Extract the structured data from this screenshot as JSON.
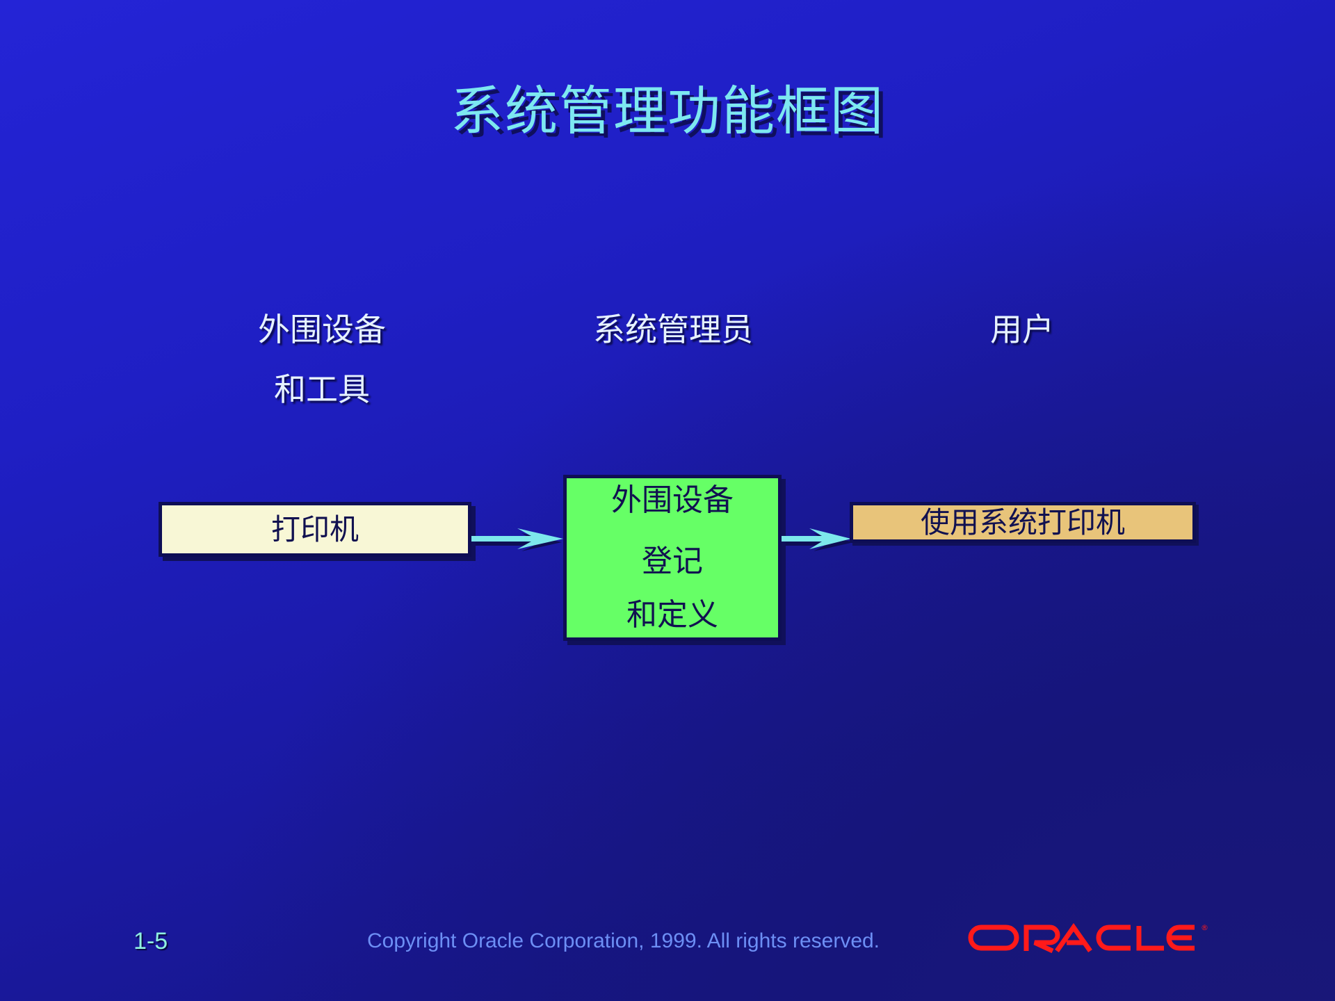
{
  "slide": {
    "title": "系统管理功能框图",
    "columns": [
      {
        "heading_lines": [
          "外围设备",
          "和工具"
        ]
      },
      {
        "heading_lines": [
          "系统管理员"
        ]
      },
      {
        "heading_lines": [
          "用户"
        ]
      }
    ],
    "boxes": [
      {
        "lines": [
          "打印机"
        ],
        "color": "#f8f7d6"
      },
      {
        "lines": [
          "外围设备",
          "登记",
          "和定义"
        ],
        "color": "#66ff66"
      },
      {
        "lines": [
          "使用系统打印机"
        ],
        "color": "#e8c47a"
      }
    ],
    "arrow_color": "#7de8ec",
    "title_color": "#7de8f0"
  },
  "footer": {
    "page_number": "1-5",
    "copyright": "Copyright  Oracle Corporation, 1999. All rights reserved.",
    "logo_text": "ORACLE",
    "logo_mark": "®",
    "logo_color": "#ff1a1a"
  }
}
